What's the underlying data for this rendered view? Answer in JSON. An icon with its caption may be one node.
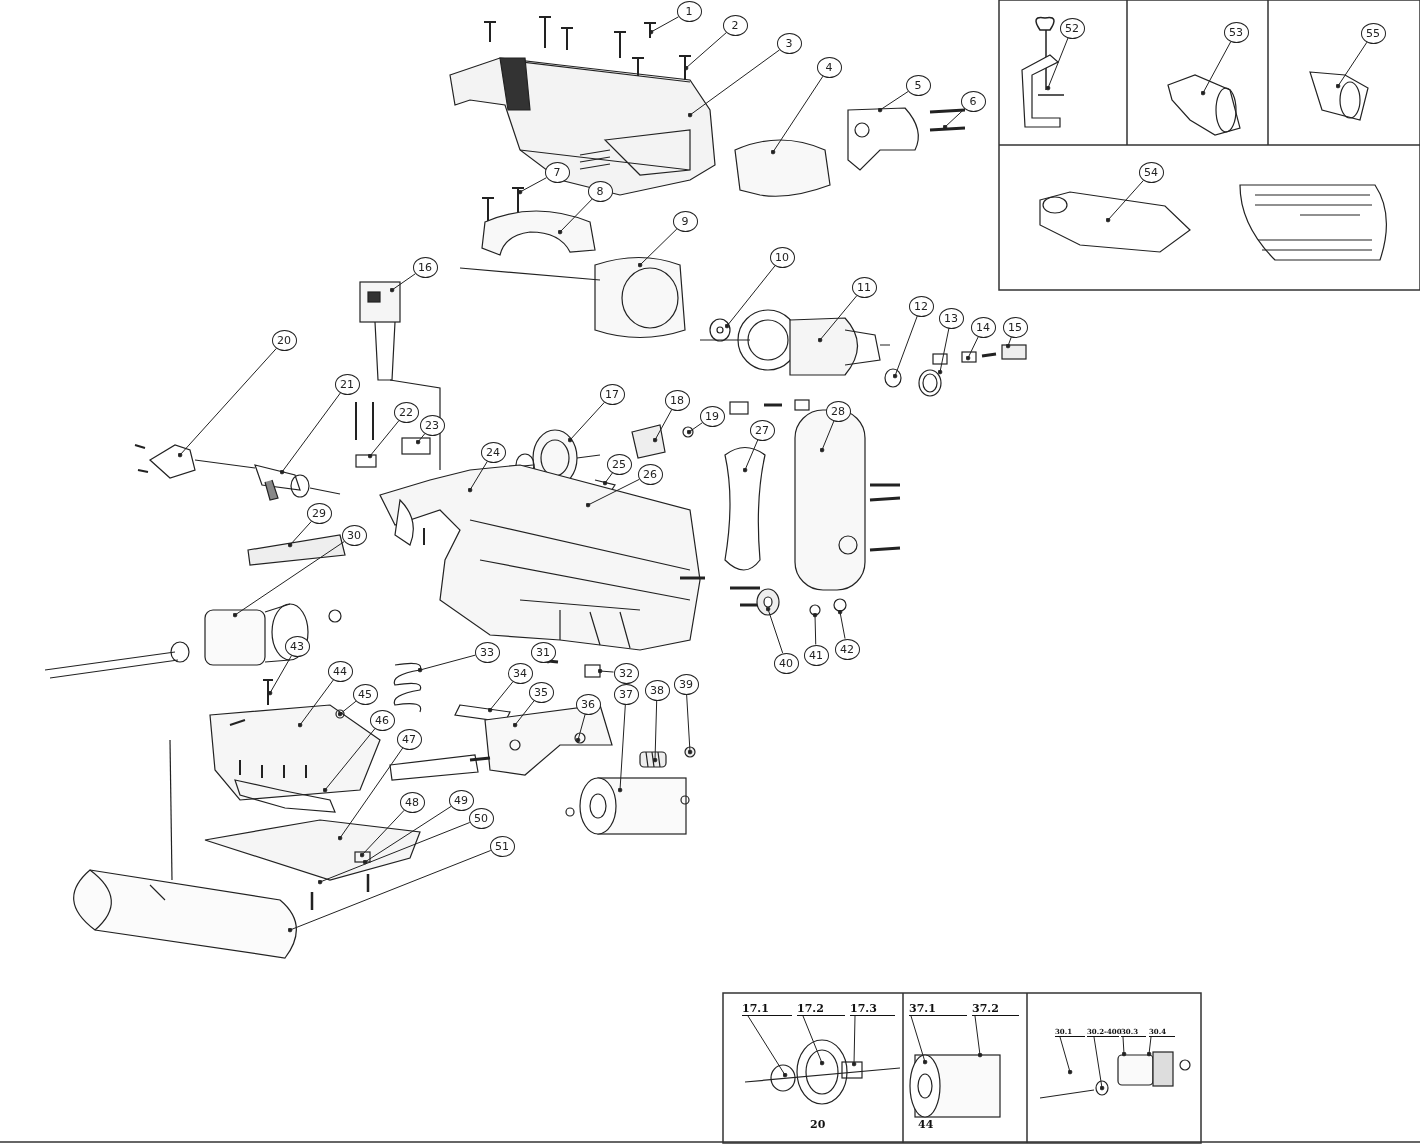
{
  "diagram": {
    "nodes": [
      {
        "text": [
          "1"
        ]
      },
      {
        "text": [
          "2"
        ]
      },
      {
        "text": [
          "3"
        ]
      },
      {
        "text": [
          "4"
        ]
      },
      {
        "text": [
          "5"
        ]
      },
      {
        "text": [
          "6"
        ]
      },
      {
        "text": [
          "7"
        ]
      },
      {
        "text": [
          "8"
        ]
      },
      {
        "text": [
          "9"
        ]
      },
      {
        "text": [
          "10"
        ]
      },
      {
        "text": [
          "11"
        ]
      },
      {
        "text": [
          "12"
        ]
      },
      {
        "text": [
          "13"
        ]
      },
      {
        "text": [
          "14"
        ]
      },
      {
        "text": [
          "15"
        ]
      },
      {
        "text": [
          "16"
        ]
      },
      {
        "text": [
          "17"
        ]
      },
      {
        "text": [
          "18"
        ]
      },
      {
        "text": [
          "19"
        ]
      },
      {
        "text": [
          "20"
        ]
      },
      {
        "text": [
          "21"
        ]
      },
      {
        "text": [
          "22"
        ]
      },
      {
        "text": [
          "23"
        ]
      },
      {
        "text": [
          "24"
        ]
      },
      {
        "text": [
          "25"
        ]
      },
      {
        "text": [
          "26"
        ]
      },
      {
        "text": [
          "27"
        ]
      },
      {
        "text": [
          "28"
        ]
      },
      {
        "text": [
          "29"
        ]
      },
      {
        "text": [
          "30"
        ]
      },
      {
        "text": [
          "31"
        ]
      },
      {
        "text": [
          "32"
        ]
      },
      {
        "text": [
          "33"
        ]
      },
      {
        "text": [
          "34"
        ]
      },
      {
        "text": [
          "35"
        ]
      },
      {
        "text": [
          "36"
        ]
      },
      {
        "text": [
          "37"
        ]
      },
      {
        "text": [
          "38"
        ]
      },
      {
        "text": [
          "39"
        ]
      },
      {
        "text": [
          "40"
        ]
      },
      {
        "text": [
          "41"
        ]
      },
      {
        "text": [
          "42"
        ]
      },
      {
        "text": [
          "43"
        ]
      },
      {
        "text": [
          "44"
        ]
      },
      {
        "text": [
          "45"
        ]
      },
      {
        "text": [
          "46"
        ]
      },
      {
        "text": [
          "47"
        ]
      },
      {
        "text": [
          "48"
        ]
      },
      {
        "text": [
          "49"
        ]
      },
      {
        "text": [
          "50"
        ]
      },
      {
        "text": [
          "51"
        ]
      },
      {
        "text": [
          "52"
        ]
      },
      {
        "text": [
          "53"
        ]
      },
      {
        "text": [
          "55"
        ]
      },
      {
        "text": [
          "54"
        ]
      },
      {
        "text": [
          "17.1"
        ]
      },
      {
        "text": [
          "17.2"
        ]
      },
      {
        "text": [
          "17.3"
        ]
      },
      {
        "text": [
          "37.1"
        ]
      },
      {
        "text": [
          "37.2"
        ]
      },
      {
        "text": [
          "30.1"
        ]
      },
      {
        "text": [
          "30.2-400"
        ]
      },
      {
        "text": [
          "30.3"
        ]
      },
      {
        "text": [
          "30.4"
        ]
      }
    ],
    "edges": [
      {
        "from": 0,
        "to": null,
        "arrow": "other"
      },
      {
        "from": 1,
        "to": null,
        "arrow": "other"
      },
      {
        "from": 2,
        "to": null,
        "arrow": "other"
      },
      {
        "from": 3,
        "to": null,
        "arrow": "other"
      },
      {
        "from": 4,
        "to": null,
        "arrow": "other"
      },
      {
        "from": 5,
        "to": null,
        "arrow": "other"
      },
      {
        "from": 6,
        "to": null,
        "arrow": "other"
      },
      {
        "from": 7,
        "to": null,
        "arrow": "other"
      },
      {
        "from": 8,
        "to": null,
        "arrow": "other"
      },
      {
        "from": 9,
        "to": null,
        "arrow": "other"
      },
      {
        "from": 10,
        "to": null,
        "arrow": "other"
      },
      {
        "from": 11,
        "to": null,
        "arrow": "other"
      },
      {
        "from": 12,
        "to": null,
        "arrow": "other"
      },
      {
        "from": 13,
        "to": null,
        "arrow": "other"
      },
      {
        "from": 14,
        "to": null,
        "arrow": "other"
      },
      {
        "from": 15,
        "to": null,
        "arrow": "other"
      },
      {
        "from": 16,
        "to": null,
        "arrow": "other"
      },
      {
        "from": 17,
        "to": null,
        "arrow": "other"
      },
      {
        "from": 18,
        "to": null,
        "arrow": "other"
      },
      {
        "from": 19,
        "to": null,
        "arrow": "other"
      },
      {
        "from": 20,
        "to": null,
        "arrow": "other"
      },
      {
        "from": 21,
        "to": null,
        "arrow": "other"
      },
      {
        "from": 22,
        "to": null,
        "arrow": "other"
      },
      {
        "from": 23,
        "to": null,
        "arrow": "other"
      },
      {
        "from": 24,
        "to": null,
        "arrow": "other"
      },
      {
        "from": 25,
        "to": null,
        "arrow": "other"
      },
      {
        "from": 26,
        "to": null,
        "arrow": "other"
      },
      {
        "from": 27,
        "to": null,
        "arrow": "other"
      },
      {
        "from": 28,
        "to": null,
        "arrow": "other"
      },
      {
        "from": 29,
        "to": null,
        "arrow": "other"
      },
      {
        "from": 30,
        "to": null,
        "arrow": "other"
      },
      {
        "from": 31,
        "to": null,
        "arrow": "other"
      },
      {
        "from": 32,
        "to": null,
        "arrow": "other"
      },
      {
        "from": 33,
        "to": null,
        "arrow": "other"
      },
      {
        "from": 34,
        "to": null,
        "arrow": "other"
      },
      {
        "from": 35,
        "to": null,
        "arrow": "other"
      },
      {
        "from": 36,
        "to": null,
        "arrow": "other"
      },
      {
        "from": 37,
        "to": null,
        "arrow": "other"
      },
      {
        "from": 38,
        "to": null,
        "arrow": "other"
      },
      {
        "from": 39,
        "to": null,
        "arrow": "other"
      },
      {
        "from": 40,
        "to": null,
        "arrow": "other"
      },
      {
        "from": 41,
        "to": null,
        "arrow": "other"
      },
      {
        "from": 42,
        "to": null,
        "arrow": "other"
      },
      {
        "from": 43,
        "to": null,
        "arrow": "other"
      },
      {
        "from": 44,
        "to": null,
        "arrow": "other"
      },
      {
        "from": 45,
        "to": null,
        "arrow": "other"
      },
      {
        "from": 46,
        "to": null,
        "arrow": "other"
      },
      {
        "from": 47,
        "to": null,
        "arrow": "other"
      },
      {
        "from": 48,
        "to": null,
        "arrow": "other"
      },
      {
        "from": 49,
        "to": null,
        "arrow": "other"
      },
      {
        "from": 50,
        "to": null,
        "arrow": "other"
      },
      {
        "from": 51,
        "to": null,
        "arrow": "other"
      },
      {
        "from": 52,
        "to": null,
        "arrow": "other"
      },
      {
        "from": 53,
        "to": null,
        "arrow": "other"
      },
      {
        "from": 54,
        "to": null,
        "arrow": "other"
      },
      {
        "from": 55,
        "to": null,
        "arrow": "other"
      },
      {
        "from": 56,
        "to": null,
        "arrow": "other"
      },
      {
        "from": 57,
        "to": null,
        "arrow": "other"
      },
      {
        "from": 58,
        "to": null,
        "arrow": "other"
      },
      {
        "from": 59,
        "to": null,
        "arrow": "other"
      },
      {
        "from": 60,
        "to": null,
        "arrow": "other"
      },
      {
        "from": 61,
        "to": null,
        "arrow": "other"
      },
      {
        "from": 62,
        "to": null,
        "arrow": "other"
      },
      {
        "from": 63,
        "to": null,
        "arrow": "other"
      }
    ],
    "labels": [
      "20",
      "44"
    ]
  }
}
